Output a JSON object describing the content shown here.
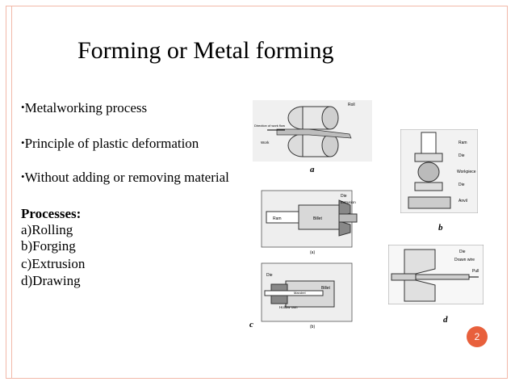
{
  "slide": {
    "title": "Forming or Metal forming",
    "bullets": [
      "Metalworking process",
      "Principle of plastic deformation",
      "Without adding or removing material"
    ],
    "processes_heading": "Processes:",
    "processes": [
      "a)Rolling",
      "b)Forging",
      "c)Extrusion",
      "d)Drawing"
    ],
    "page_number": "2",
    "accent_color": "#e8603c",
    "border_color": "#f2b8a8"
  },
  "figures": {
    "a": {
      "letter": "a",
      "labels": {
        "roll": "Roll",
        "direction": "Direction of work flow",
        "work": "Work"
      }
    },
    "b": {
      "letter": "b",
      "labels": {
        "ram": "Ram",
        "die_top": "Die",
        "workpiece": "Workpiece",
        "die_bottom": "Die",
        "anvil": "Anvil"
      }
    },
    "c": {
      "letter": "c",
      "top": {
        "ram": "Ram",
        "billet": "Billet",
        "die": "Die",
        "extrusion": "Extrusion",
        "caption": "(a)"
      },
      "bottom": {
        "die": "Die",
        "mandrel": "Mandrel",
        "billet": "Billet",
        "hollow_ram": "Hollow ram",
        "caption": "(b)"
      }
    },
    "d": {
      "letter": "d",
      "labels": {
        "die": "Die",
        "drawn_wire": "Drawn wire",
        "pull": "Pull"
      }
    }
  }
}
